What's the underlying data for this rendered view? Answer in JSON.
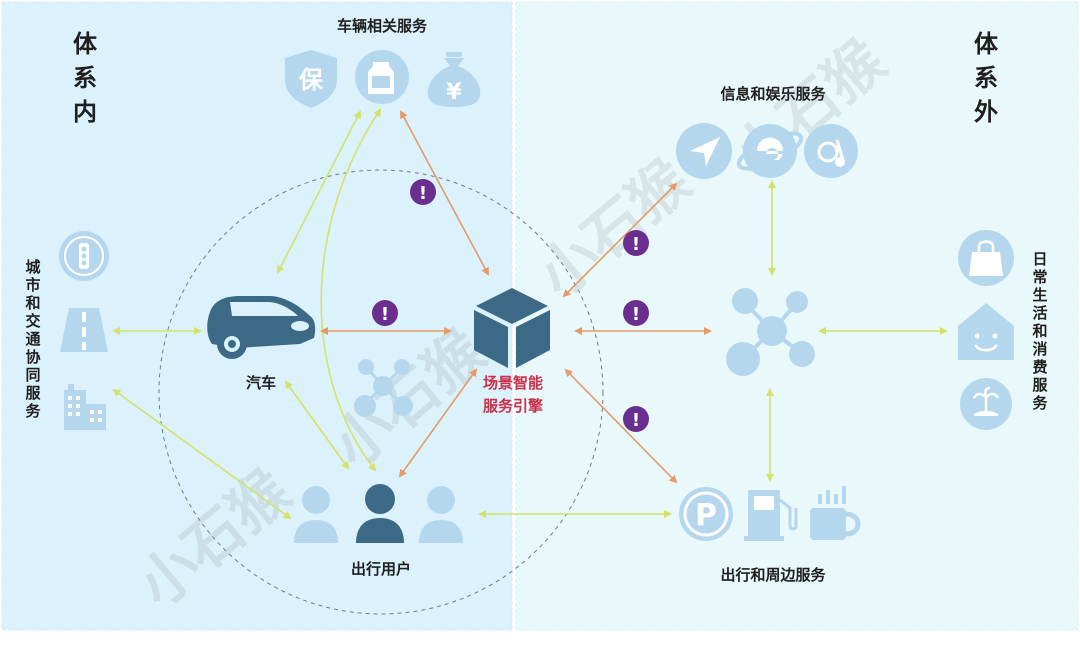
{
  "left_region": {
    "title_chars": [
      "体",
      "系",
      "内"
    ]
  },
  "right_region": {
    "title_chars": [
      "体",
      "系",
      "外"
    ]
  },
  "labels": {
    "vehicle_services": "车辆相关服务",
    "info_entertainment": "信息和娱乐服务",
    "car": "汽车",
    "engine_line1": "场景智能",
    "engine_line2": "服务引擎",
    "travel_users": "出行用户",
    "travel_nearby": "出行和周边服务",
    "city_traffic_chars": [
      "城",
      "市",
      "和",
      "交",
      "通",
      "协",
      "同",
      "服",
      "务"
    ],
    "daily_life_chars": [
      "日",
      "常",
      "生",
      "活",
      "和",
      "消",
      "费",
      "服",
      "务"
    ]
  },
  "icons": {
    "insurance_char": "保",
    "money_char": "¥",
    "parking_char": "P",
    "warning_char": "!"
  },
  "watermark": "小石猴",
  "colors": {
    "left_bg": "#dbf1fb",
    "right_bg": "#e9f8fa",
    "icon_light": "#b5d7ee",
    "icon_dark": "#3c6a86",
    "arrow_green": "#d3e26a",
    "arrow_orange": "#e59b68",
    "warning": "#6a2e8e",
    "engine_label": "#c9304a"
  }
}
